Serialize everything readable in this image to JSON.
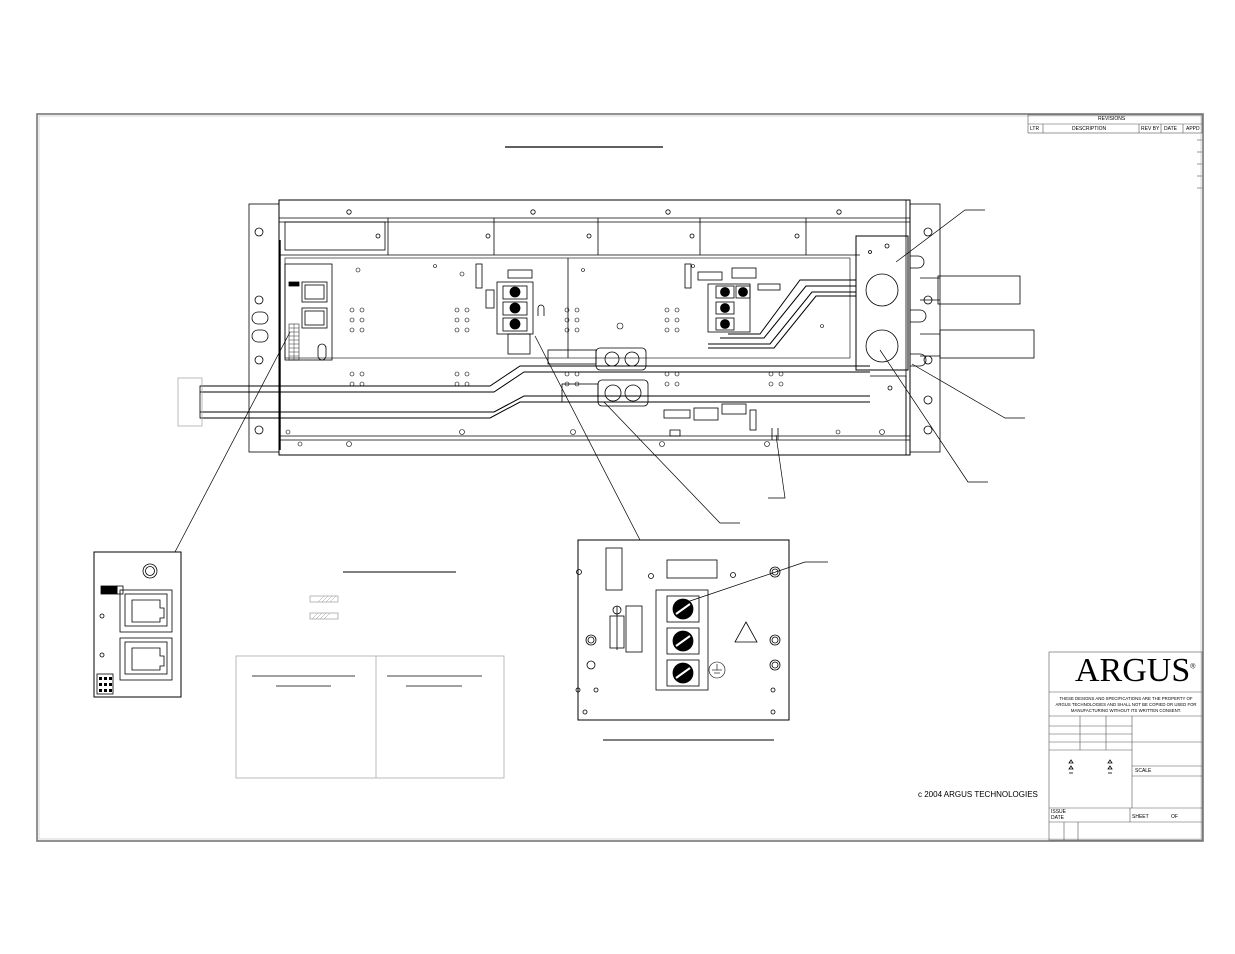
{
  "revisions": {
    "title": "REVISIONS",
    "columns": [
      "LTR",
      "DESCRIPTION",
      "REV BY",
      "DATE",
      "APPD"
    ]
  },
  "title_block": {
    "logo_text": "ARGUS",
    "logo_mark": "®",
    "notice": "THESE DESIGNS AND SPECIFICATIONS ARE THE PROPERTY OF ARGUS TECHNOLOGIES AND SHALL NOT BE COPIED OR USED FOR MANUFACTURING WITHOUT ITS WRITTEN CONSENT.",
    "scale_label": "SCALE",
    "issue_label": "ISSUE",
    "date_label": "DATE",
    "sheet_label": "SHEET",
    "of_label": "OF"
  },
  "copyright": "c  2004 ARGUS TECHNOLOGIES"
}
